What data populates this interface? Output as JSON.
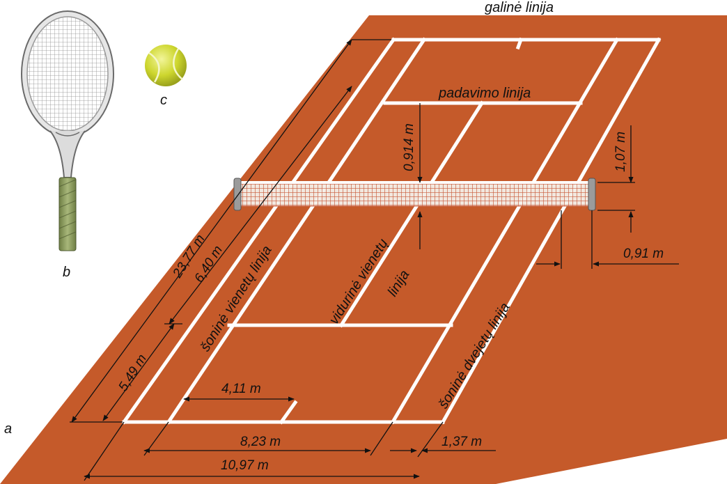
{
  "panel_labels": {
    "a": "a",
    "b": "b",
    "c": "c"
  },
  "court_labels": {
    "baseline": "galinė linija",
    "service_line": "padavimo linija",
    "center_line": [
      "vidurinė vienetų",
      "linija"
    ],
    "singles_sideline": "šoninė vienetų linija",
    "doubles_sideline": "šoninė dvejetų linija"
  },
  "dimensions": {
    "length": "23,77 m",
    "service_box_length": "6,40 m",
    "back_court_length": "5,49 m",
    "net_center_height": "0,914 m",
    "net_post_height": "1,07 m",
    "post_offset": "0,91 m",
    "half_singles_width": "4,11 m",
    "singles_width": "8,23 m",
    "alley_width": "1,37 m",
    "doubles_width": "10,97 m"
  },
  "colors": {
    "court": "#c55a2a",
    "lines": "#ffffff",
    "ball": "#cdd62e",
    "grip": "#8a9a5b"
  }
}
